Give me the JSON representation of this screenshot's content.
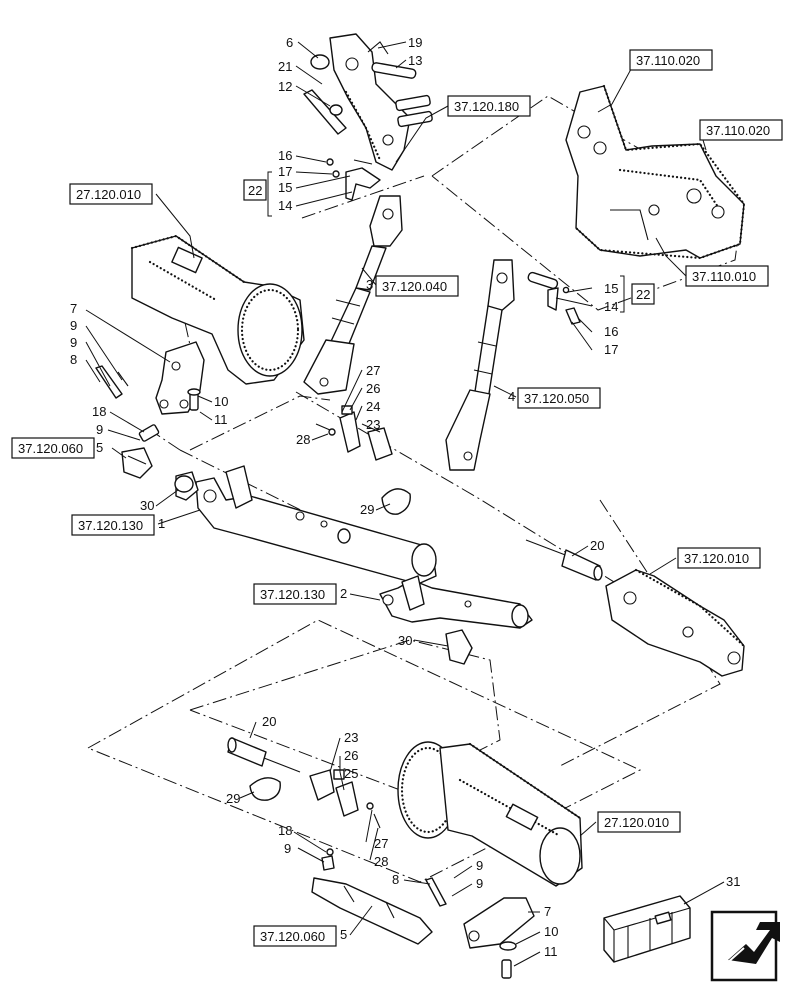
{
  "callouts": {
    "c6": "6",
    "c19": "19",
    "c13": "13",
    "c21": "21",
    "c12": "12",
    "c16a": "16",
    "c17a": "17",
    "c15a": "15",
    "c14a": "14",
    "c22a": "22",
    "c3": "3",
    "c7a": "7",
    "c9a": "9",
    "c9b": "9",
    "c8a": "8",
    "c10a": "10",
    "c11a": "11",
    "c18a": "18",
    "c9c": "9",
    "c5a": "5",
    "c27a": "27",
    "c26a": "26",
    "c24": "24",
    "c23a": "23",
    "c28a": "28",
    "c15b": "15",
    "c14b": "14",
    "c22b": "22",
    "c16b": "16",
    "c17b": "17",
    "c4": "4",
    "c30a": "30",
    "c29a": "29",
    "c1": "1",
    "c20a": "20",
    "c2": "2",
    "c30b": "30",
    "c20b": "20",
    "c23b": "23",
    "c26b": "26",
    "c25": "25",
    "c29b": "29",
    "c27b": "27",
    "c28b": "28",
    "c18b": "18",
    "c9d": "9",
    "c8b": "8",
    "c9e": "9",
    "c9f": "9",
    "c7b": "7",
    "c10b": "10",
    "c11b": "11",
    "c5b": "5",
    "c31": "31"
  },
  "references": {
    "r_37_110_020_a": "37.110.020",
    "r_37_110_020_b": "37.110.020",
    "r_37_120_180": "37.120.180",
    "r_27_120_010_a": "27.120.010",
    "r_37_110_010": "37.110.010",
    "r_37_120_040": "37.120.040",
    "r_37_120_050": "37.120.050",
    "r_37_120_060_a": "37.120.060",
    "r_37_120_130_a": "37.120.130",
    "r_37_120_010": "37.120.010",
    "r_37_120_130_b": "37.120.130",
    "r_27_120_010_b": "27.120.010",
    "r_37_120_060_b": "37.120.060"
  },
  "icons": {
    "crate": "parts-crate-icon",
    "nav": "next-page-arrow-icon"
  }
}
